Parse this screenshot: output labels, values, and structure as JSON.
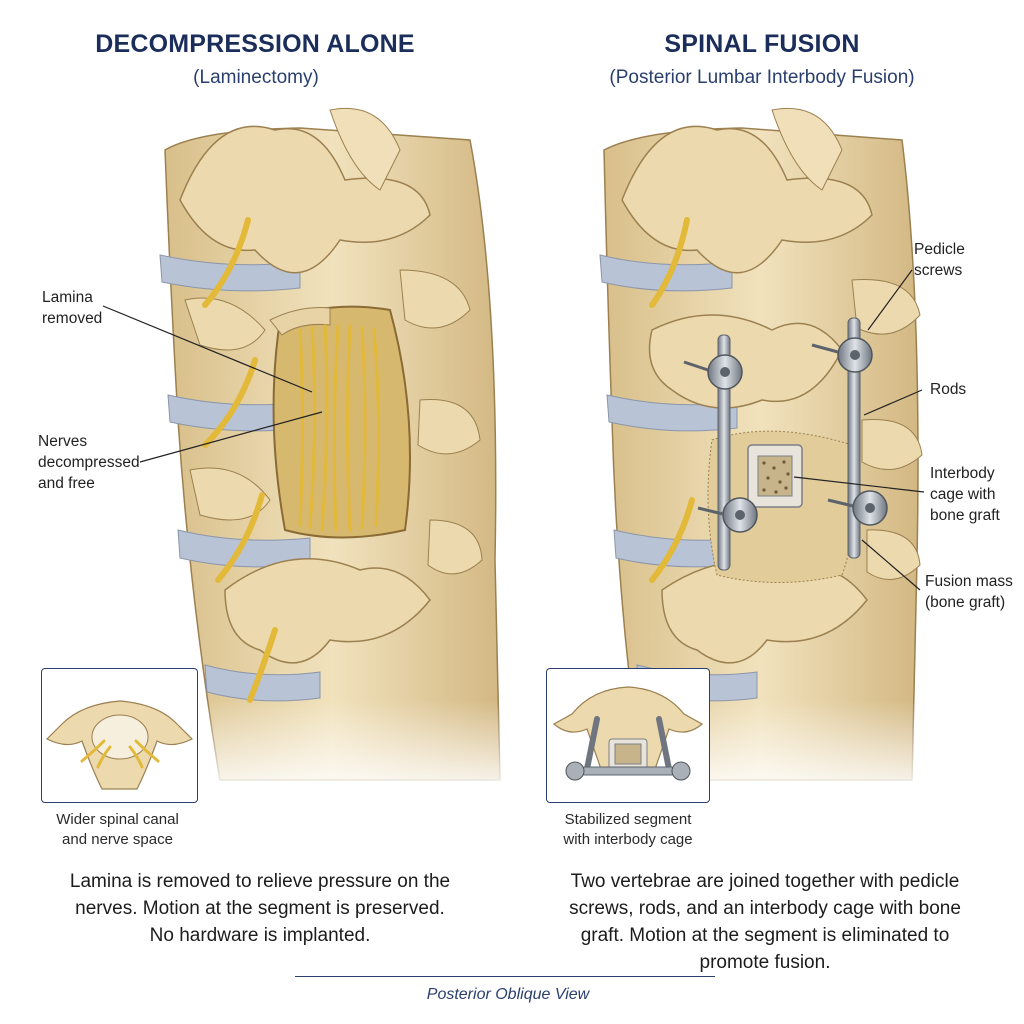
{
  "left": {
    "title": "DECOMPRESSION ALONE",
    "subtitle": "(Laminectomy)",
    "callouts": {
      "lamina": "Lamina\nremoved",
      "nerves": "Nerves\ndecompressed\nand free"
    },
    "inset_caption": "Wider spinal canal\nand nerve space",
    "description": "Lamina is removed to relieve pressure on the\nnerves. Motion at the segment is preserved.\nNo hardware is implanted."
  },
  "right": {
    "title": "SPINAL FUSION",
    "subtitle": "(Posterior Lumbar Interbody Fusion)",
    "callouts": {
      "screws": "Pedicle\nscrews",
      "rods": "Rods",
      "cage": "Interbody\ncage with\nbone graft",
      "fusion": "Fusion mass\n(bone graft)"
    },
    "inset_caption": "Stabilized segment\nwith interbody cage",
    "description": "Two vertebrae are joined together with pedicle\nscrews, rods, and an interbody cage with bone\ngraft. Motion at the segment is eliminated to\npromote fusion."
  },
  "footer": {
    "label": "Posterior Oblique View"
  },
  "colors": {
    "bone": "#ecd9ae",
    "bone_shadow": "#cfb47e",
    "bone_outline": "#9c8050",
    "nerve": "#e3b93a",
    "disc": "#b9c3d6",
    "metal": "#9aa1aa",
    "accent": "#1b2d5a"
  }
}
